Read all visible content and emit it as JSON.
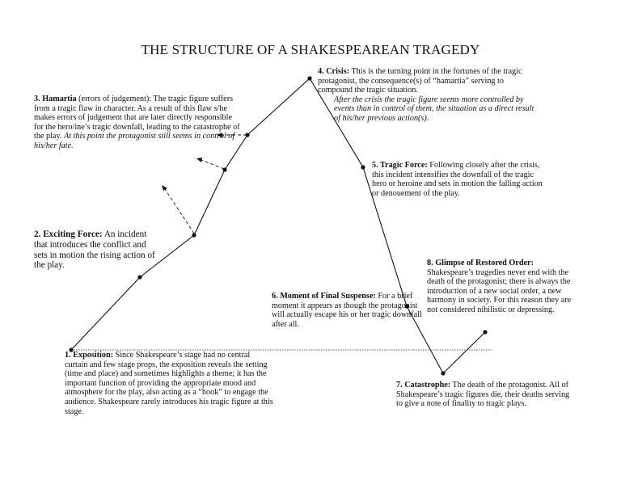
{
  "title": "THE STRUCTURE OF A SHAKESPEAREAN TRAGEDY",
  "stages": [
    {
      "heading": "1. Exposition:",
      "text": "Since Shakespeare’s stage had no central curtain and few stage props, the exposition reveals the setting (time and place) and sometimes highlights a theme; it has the important function of providing the appropriate mood and atmosphere for the play, also acting as a “hook” to engage the audience.  Shakespeare rarely introduces his tragic figure at this stage."
    },
    {
      "heading": "2. Exciting Force:",
      "text": "An incident that introduces the conflict and sets in motion the rising action of the play."
    },
    {
      "heading": "3. Hamartia",
      "aside": "(errors of judgement):",
      "text": "The tragic figure suffers from a tragic flaw in character.  As a result of this flaw s/he makes errors of judgement that are later directly responsible for the hero/ine’s tragic downfall, leading to the catastrophe of the play.",
      "italic": "At this point the protagonist still seems in control of his/her fate."
    },
    {
      "heading": "4. Crisis:",
      "text": "This is the turning point in the fortunes of the tragic protagonist, the consequence(s) of “hamartia” serving to compound the tragic situation.",
      "italic": "After the crisis the tragic figure seems more controlled by events than in control of them, the situation as a direct result of his/her previous action(s)."
    },
    {
      "heading": "5. Tragic Force:",
      "text": "Following closely after the crisis, this incident intensifies the downfall of the tragic hero or heroine and sets in motion the falling action or denouement of the play."
    },
    {
      "heading": "6. Moment of Final Suspense:",
      "text": "For a  brief moment it appears as though the protagonist will actually escape his or her tragic downfall after all."
    },
    {
      "heading": "7. Catastrophe:",
      "text": "The death of the protagonist.  All of Shakespeare’s tragic figures die, their deaths serving to give a note of finality to tragic plays."
    },
    {
      "heading": "8. Glimpse of Restored Order:",
      "text": "Shakespeare’s tragedies never end with the death of the protagonist; there is always the introduction of a new social order, a new harmony in society.  For this reason they are not considered nihilistic or depressing."
    }
  ]
}
